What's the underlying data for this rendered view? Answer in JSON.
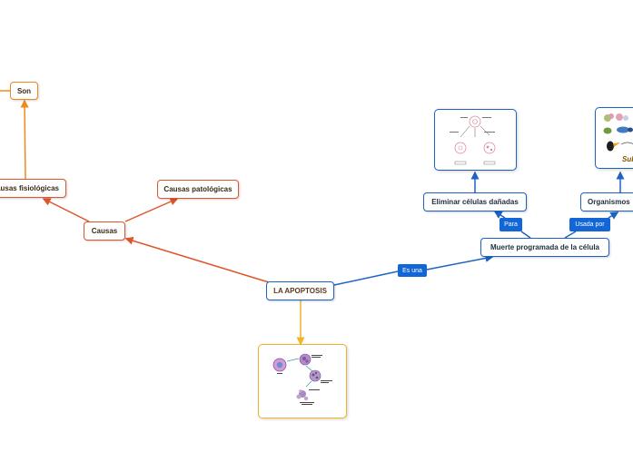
{
  "root": {
    "label": "LA APOPTOSIS"
  },
  "left_branch": {
    "causas": "Causas",
    "causas_fisiologicas": "Causas fisiológicas",
    "causas_patologicas": "Causas patológicas",
    "son": "Son"
  },
  "right_branch": {
    "link_es_una": "Es una",
    "muerte": "Muerte programada de la célula",
    "link_para": "Para",
    "eliminar": "Eliminar células dañadas",
    "link_usada_por": "Usada por",
    "organismos": "Organismos"
  },
  "images": {
    "apoptosis_stages": "apoptosis-stages-illustration",
    "damaged_cells": "damaged-cells-diagram",
    "organisms": "organisms-illustration",
    "organisms_caption": "Sub"
  },
  "colors": {
    "blue": "#1d63c3",
    "red": "#e0552a",
    "orange": "#ee8a1e",
    "yellow": "#f0b429",
    "tag": "#1366d6"
  }
}
